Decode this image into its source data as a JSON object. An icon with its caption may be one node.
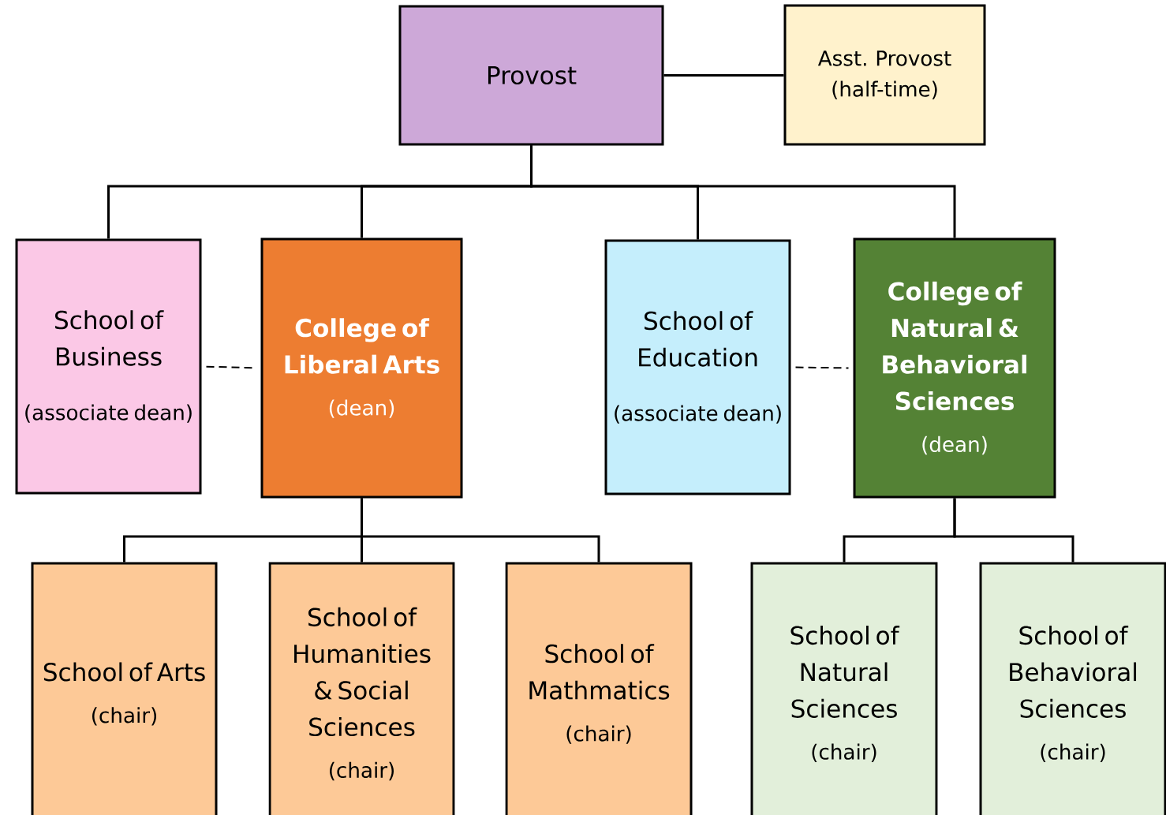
{
  "diagram": {
    "nodes": [
      {
        "text": [
          "Provost"
        ]
      },
      {
        "text": [
          "Asst. Provost (half-time)"
        ]
      },
      {
        "text": [
          "School of Business",
          "(associate dean)"
        ]
      },
      {
        "text": [
          "College of Liberal Arts",
          "(dean)"
        ]
      },
      {
        "text": [
          "School of Education",
          "(associate dean)"
        ]
      },
      {
        "text": [
          "College of Natural & Behavioral Sciences",
          "(dean)"
        ]
      },
      {
        "text": [
          "School of Arts",
          "(chair)"
        ]
      },
      {
        "text": [
          "School of Humanities & Social Sciences",
          "(chair)"
        ]
      },
      {
        "text": [
          "School of Mathmatics",
          "(chair)"
        ]
      },
      {
        "text": [
          "School of Natural Sciences",
          "(chair)"
        ]
      },
      {
        "text": [
          "School of Behavioral Sciences",
          "(chair)"
        ]
      }
    ],
    "edges": [
      {
        "from": 0,
        "to": 1,
        "arrow": "none"
      },
      {
        "from": 0,
        "to": 2,
        "arrow": "none"
      },
      {
        "from": 0,
        "to": 3,
        "arrow": "none"
      },
      {
        "from": 0,
        "to": 4,
        "arrow": "none"
      },
      {
        "from": 0,
        "to": 5,
        "arrow": "none"
      },
      {
        "from": 2,
        "to": 3,
        "arrow": "none",
        "style": "dashed"
      },
      {
        "from": 4,
        "to": 5,
        "arrow": "none",
        "style": "dashed"
      },
      {
        "from": 3,
        "to": 6,
        "arrow": "none"
      },
      {
        "from": 3,
        "to": 7,
        "arrow": "none"
      },
      {
        "from": 3,
        "to": 8,
        "arrow": "none"
      },
      {
        "from": 5,
        "to": 9,
        "arrow": "none"
      },
      {
        "from": 5,
        "to": 10,
        "arrow": "none"
      }
    ]
  }
}
